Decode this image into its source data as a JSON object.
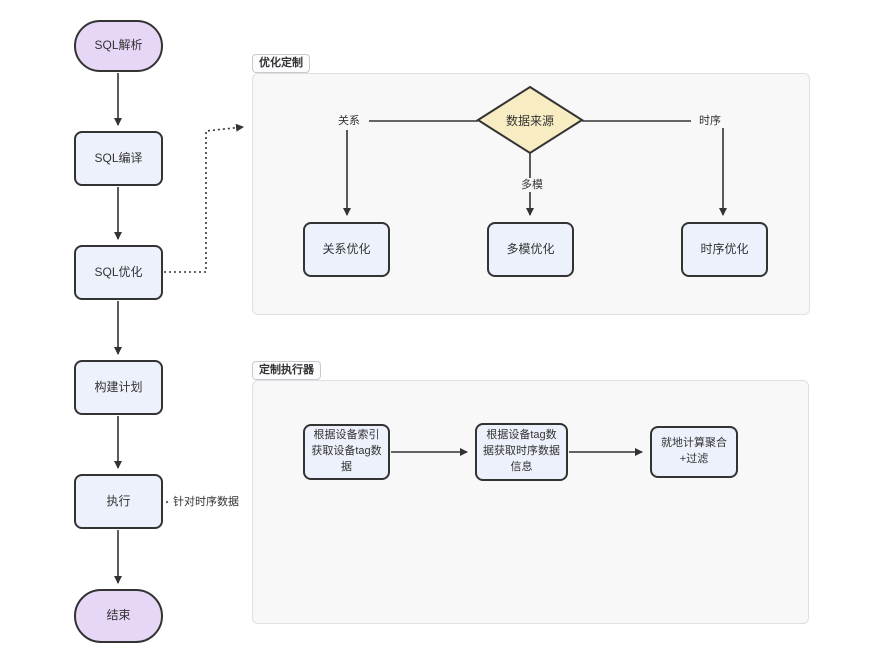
{
  "diagram": {
    "nodes": {
      "start": {
        "label": "SQL解析"
      },
      "compile": {
        "label": "SQL编译"
      },
      "optimize": {
        "label": "SQL优化"
      },
      "plan": {
        "label": "构建计划"
      },
      "execute": {
        "label": "执行"
      },
      "end": {
        "label": "结束"
      },
      "datasource": {
        "label": "数据来源"
      },
      "rel_opt": {
        "label": "关系优化"
      },
      "multi_opt": {
        "label": "多模优化"
      },
      "ts_opt": {
        "label": "时序优化"
      },
      "exec1": {
        "label": "根据设备索引获取设备tag数据"
      },
      "exec2": {
        "label": "根据设备tag数据获取时序数据信息"
      },
      "exec3": {
        "label": "就地计算聚合+过滤"
      }
    },
    "subgraphs": {
      "optimization": {
        "title": "优化定制"
      },
      "executor": {
        "title": "定制执行器"
      }
    },
    "edge_labels": {
      "relation": "关系",
      "multi": "多模",
      "timeseries": "时序",
      "for_ts": "针对时序数据"
    }
  },
  "colors": {
    "canvas": "#FFFFFF",
    "stadium_fill": "#E7D7F6",
    "process_fill": "#EDF1FB",
    "decision_fill": "#F8ECC3",
    "node_border": "#333333",
    "edge": "#333333",
    "subgraph_fill": "#F8F8F9",
    "subgraph_border": "#E0E0E4",
    "label_box_bg": "#FCFCFE",
    "label_box_border": "#C9C9CE",
    "text": "#333333"
  }
}
